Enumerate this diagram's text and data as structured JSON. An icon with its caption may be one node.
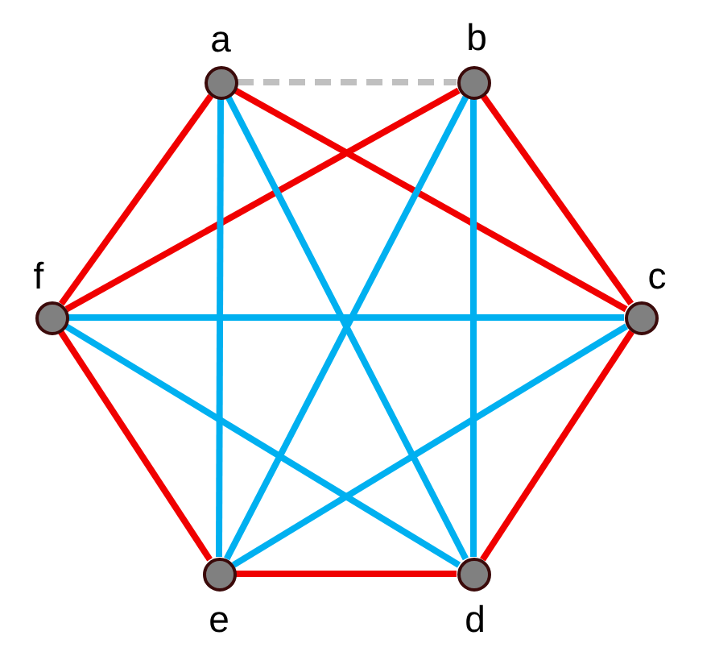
{
  "diagram": {
    "nodes": [
      {
        "text": [],
        "shape": "circle",
        "beside": [
          "a"
        ]
      },
      {
        "text": [],
        "shape": "circle",
        "beside": [
          "b"
        ]
      },
      {
        "text": [],
        "shape": "circle",
        "beside": [
          "c"
        ]
      },
      {
        "text": [],
        "shape": "circle",
        "beside": [
          "d"
        ]
      },
      {
        "text": [],
        "shape": "circle",
        "beside": [
          "e"
        ]
      },
      {
        "text": [],
        "shape": "circle",
        "beside": [
          "f"
        ]
      }
    ],
    "edges": [
      {
        "from": 0,
        "to": 1,
        "arrow": "none",
        "style": "dashed",
        "color": "#c0c0c0"
      },
      {
        "from": 0,
        "to": 5,
        "arrow": "none",
        "color": "#f00000"
      },
      {
        "from": 0,
        "to": 2,
        "arrow": "none",
        "color": "#f00000"
      },
      {
        "from": 1,
        "to": 5,
        "arrow": "none",
        "color": "#f00000"
      },
      {
        "from": 1,
        "to": 2,
        "arrow": "none",
        "color": "#f00000"
      },
      {
        "from": 2,
        "to": 3,
        "arrow": "none",
        "color": "#f00000"
      },
      {
        "from": 3,
        "to": 4,
        "arrow": "none",
        "color": "#f00000"
      },
      {
        "from": 4,
        "to": 5,
        "arrow": "none",
        "color": "#f00000"
      },
      {
        "from": 0,
        "to": 4,
        "arrow": "none",
        "color": "#00b0f0"
      },
      {
        "from": 0,
        "to": 3,
        "arrow": "none",
        "color": "#00b0f0"
      },
      {
        "from": 1,
        "to": 4,
        "arrow": "none",
        "color": "#00b0f0"
      },
      {
        "from": 1,
        "to": 3,
        "arrow": "none",
        "color": "#00b0f0"
      },
      {
        "from": 5,
        "to": 2,
        "arrow": "none",
        "color": "#00b0f0"
      },
      {
        "from": 5,
        "to": 3,
        "arrow": "none",
        "color": "#00b0f0"
      },
      {
        "from": 2,
        "to": 4,
        "arrow": "none",
        "color": "#00b0f0"
      }
    ]
  }
}
